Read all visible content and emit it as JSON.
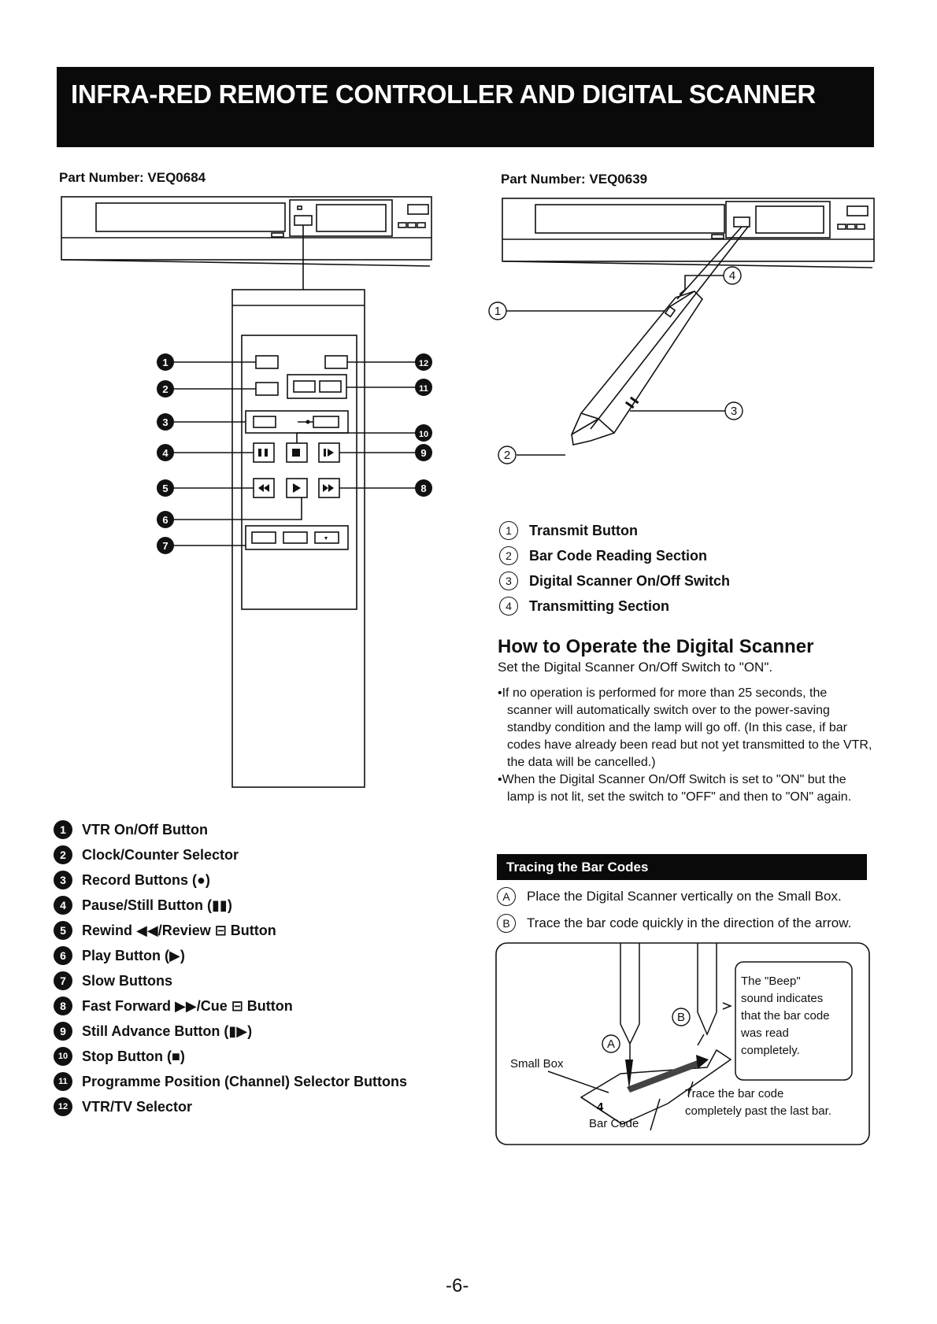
{
  "header": {
    "title": "INFRA-RED REMOTE CONTROLLER AND DIGITAL SCANNER"
  },
  "left": {
    "part_number": "Part Number: VEQ0684",
    "items": [
      {
        "num": "1",
        "label": "VTR On/Off Button"
      },
      {
        "num": "2",
        "label": "Clock/Counter Selector"
      },
      {
        "num": "3",
        "label": "Record Buttons (●)"
      },
      {
        "num": "4",
        "label": "Pause/Still Button (▮▮)"
      },
      {
        "num": "5",
        "label": "Rewind ◀◀/Review ⊟ Button"
      },
      {
        "num": "6",
        "label": "Play Button (▶)"
      },
      {
        "num": "7",
        "label": "Slow Buttons"
      },
      {
        "num": "8",
        "label": "Fast Forward ▶▶/Cue ⊟ Button"
      },
      {
        "num": "9",
        "label": "Still Advance Button (▮▶)"
      },
      {
        "num": "10",
        "label": "Stop Button (■)"
      },
      {
        "num": "11",
        "label": "Programme Position (Channel) Selector Buttons"
      },
      {
        "num": "12",
        "label": "VTR/TV Selector"
      }
    ]
  },
  "right": {
    "part_number": "Part Number: VEQ0639",
    "items": [
      {
        "num": "1",
        "label": "Transmit Button"
      },
      {
        "num": "2",
        "label": "Bar Code Reading Section"
      },
      {
        "num": "3",
        "label": "Digital Scanner On/Off Switch"
      },
      {
        "num": "4",
        "label": "Transmitting Section"
      }
    ],
    "howto_title": "How to Operate the Digital Scanner",
    "howto_sub": "Set the Digital Scanner On/Off Switch to \"ON\".",
    "bullets": [
      "•If no operation is performed for more than 25 seconds, the scanner will automatically switch over to the power-saving standby condition and the lamp will go off. (In this case, if bar codes have already been read but not yet transmitted to the VTR, the data will be cancelled.)",
      "•When the Digital Scanner On/Off Switch is set to \"ON\" but the lamp is not lit, set the switch to \"OFF\" and then to \"ON\" again."
    ],
    "tracing_title": "Tracing the Bar Codes",
    "steps": [
      {
        "letter": "A",
        "text": "Place the Digital Scanner vertically on the Small Box."
      },
      {
        "letter": "B",
        "text": "Trace the bar code quickly in the direction of the arrow."
      }
    ],
    "diagram": {
      "beep_1": "The \"Beep\"",
      "beep_2": "sound indicates",
      "beep_3": "that the bar code",
      "beep_4": "was read",
      "beep_5": "completely.",
      "small_box": "Small Box",
      "trace_1": "Trace the bar code",
      "trace_2": "completely past the last bar.",
      "bar_code": "Bar Code",
      "box_digit": "4"
    }
  },
  "footer": {
    "page": "-6-"
  }
}
